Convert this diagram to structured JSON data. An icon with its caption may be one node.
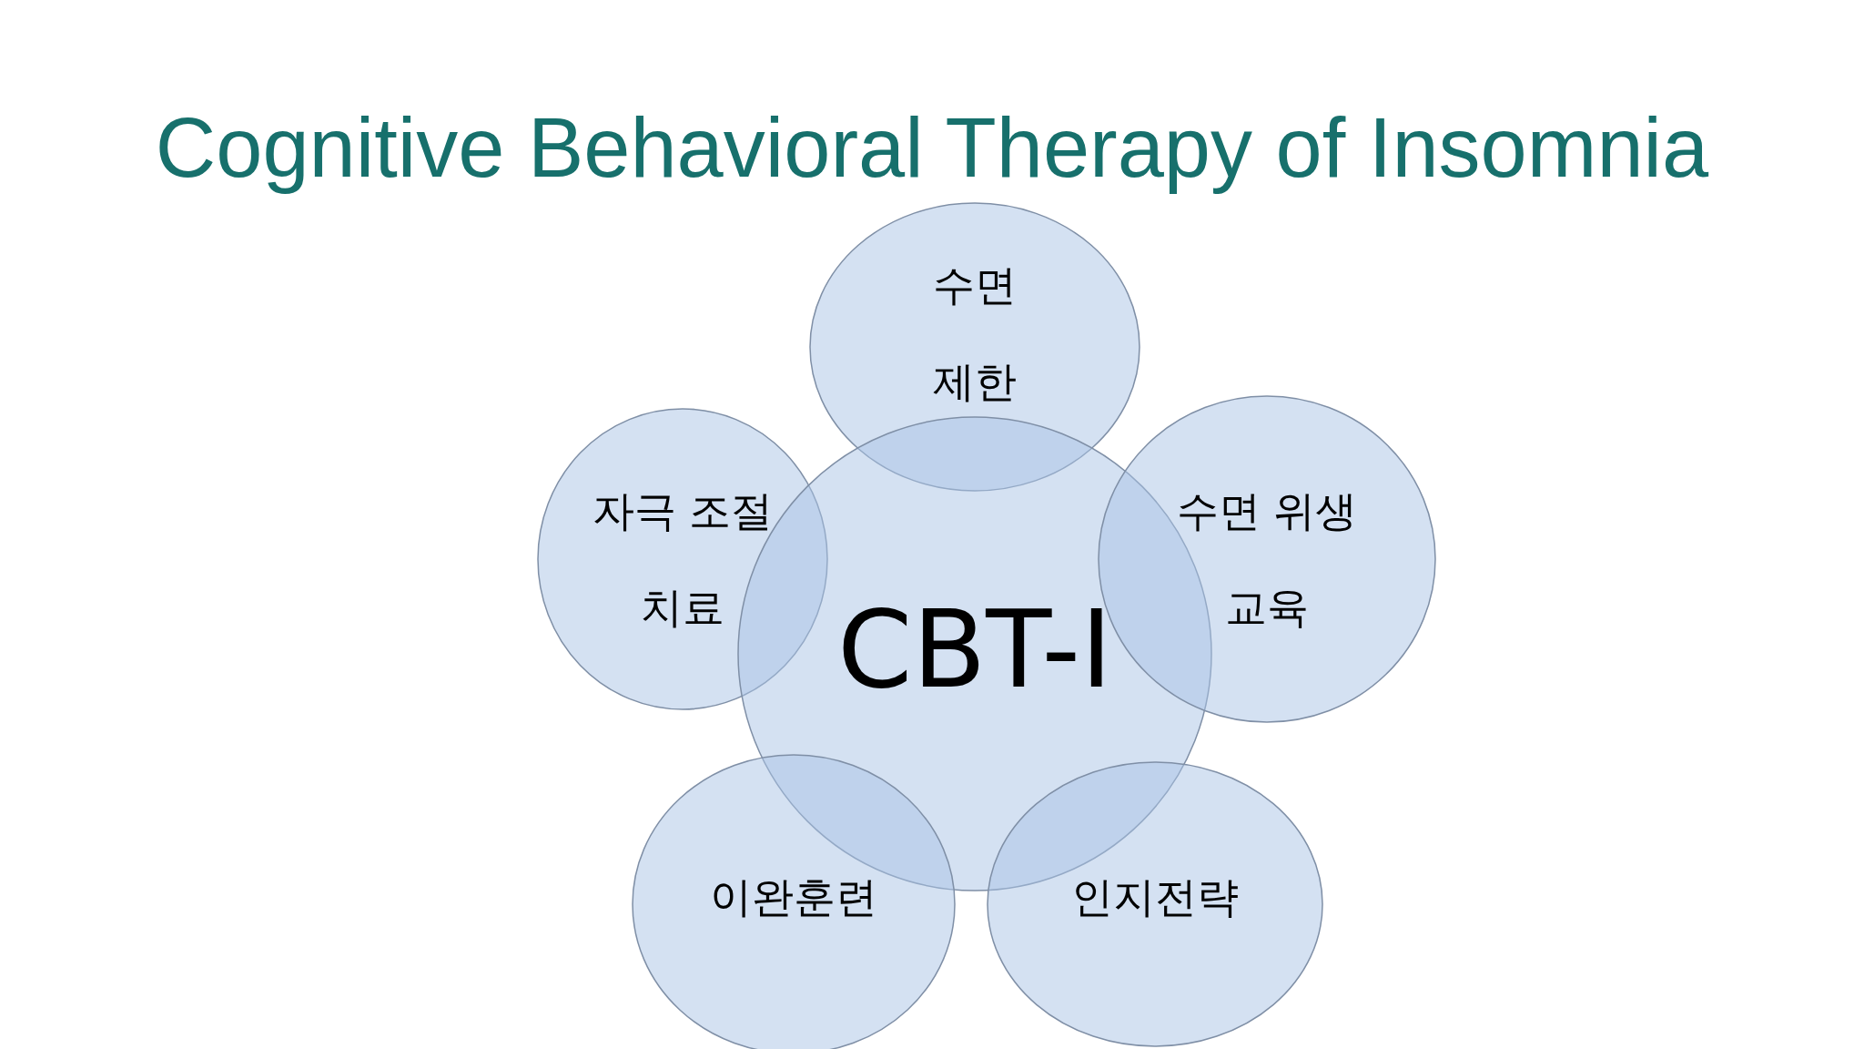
{
  "diagram": {
    "title": "Cognitive Behavioral Therapy of Insomnia",
    "nodes": [
      {
        "text": [
          "수면 제한"
        ]
      },
      {
        "text": [
          "자극 조절 치료"
        ]
      },
      {
        "text": [
          "CBT-I"
        ]
      },
      {
        "text": [
          "수면 위생 교육"
        ]
      },
      {
        "text": [
          "이완훈련"
        ]
      },
      {
        "text": [
          "인지전략"
        ]
      }
    ]
  }
}
